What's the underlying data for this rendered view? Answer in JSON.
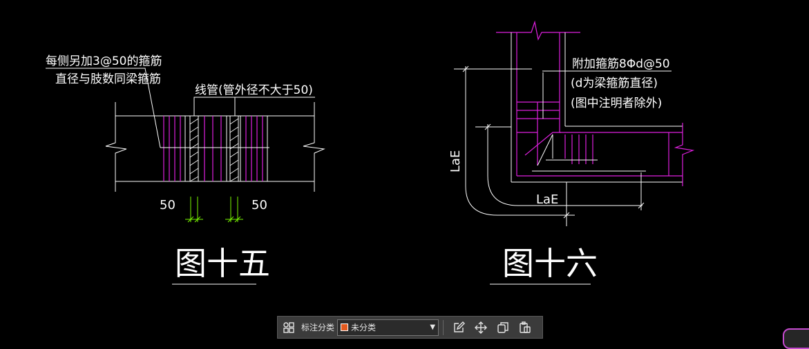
{
  "drawing": {
    "fig15": {
      "note_line1": "每侧另加3@50的箍筋",
      "note_line2": "直径与肢数同梁箍筋",
      "conduit_note": "线管(管外径不大于50)",
      "dim_left": "50",
      "dim_right": "50",
      "caption": "图十五"
    },
    "fig16": {
      "note_line1": "附加箍筋8Φd@50",
      "note_line2": "(d为梁箍筋直径)",
      "note_line3": "(图中注明者除外)",
      "dim_vertical": "LaE",
      "dim_horizontal": "LaE",
      "caption": "图十六"
    }
  },
  "toolbar": {
    "category_label": "标注分类",
    "category_value": "未分类",
    "category_color": "#e2591e",
    "icons": [
      "grid-icon",
      "edit-icon",
      "move-icon",
      "copy-icon",
      "paste-icon"
    ]
  },
  "colors": {
    "background": "#000000",
    "line": "#ffffff",
    "stirrup": "#e020e0",
    "dimension": "#7cfc00"
  }
}
